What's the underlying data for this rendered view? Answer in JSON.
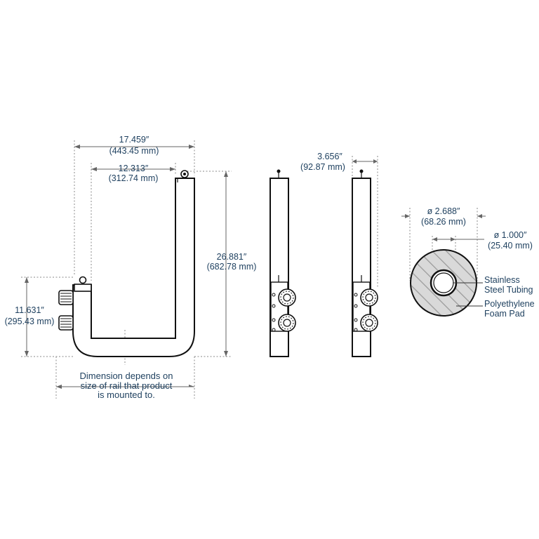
{
  "dimensions": {
    "overall_width": {
      "in": "17.459″",
      "mm": "(443.45 mm)"
    },
    "inner_width": {
      "in": "12.313″",
      "mm": "(312.74 mm)"
    },
    "height": {
      "in": "26.881″",
      "mm": "(682.78 mm)"
    },
    "lower_height": {
      "in": "11.631″",
      "mm": "(295.43 mm)"
    },
    "side_width": {
      "in": "3.656″",
      "mm": "(92.87 mm)"
    },
    "pad_diameter": {
      "in": "ø 2.688″",
      "mm": "(68.26 mm)"
    },
    "tube_diameter": {
      "in": "ø 1.000″",
      "mm": "(25.40 mm)"
    }
  },
  "note": {
    "line1": "Dimension depends on",
    "line2": "size of rail that product",
    "line3": "is mounted to."
  },
  "callouts": {
    "tubing_line1": "Stainless",
    "tubing_line2": "Steel Tubing",
    "foam_line1": "Polyethylene",
    "foam_line2": "Foam Pad"
  },
  "colors": {
    "text": "#1d3f5e",
    "outline": "#111111",
    "hatch_fill": "#d9d9d9"
  }
}
